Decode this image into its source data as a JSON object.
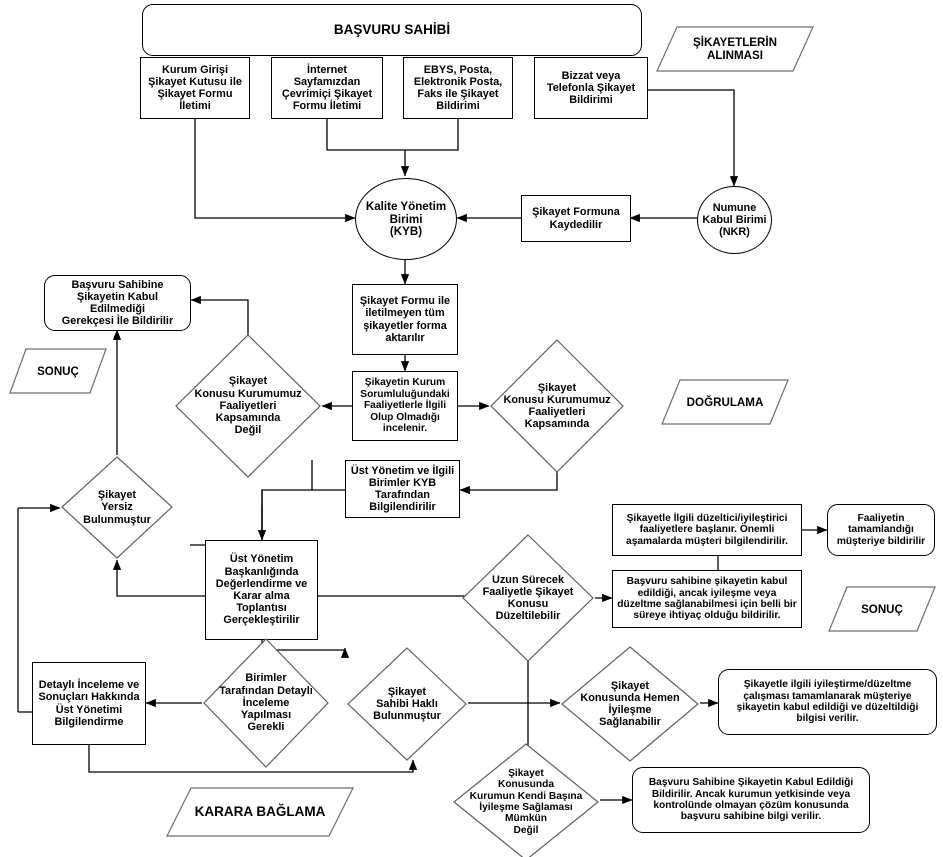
{
  "title": "Şikayet Yönetimi Süreç Akış Şeması",
  "colors": {
    "line": "#000000",
    "fill": "#ffffff",
    "text": "#000000"
  },
  "phases": [
    {
      "id": "phase-sikayetlerin-alinmasi",
      "label": "ŞİKAYETLERİN\nALINMASI"
    },
    {
      "id": "phase-sonuc-top",
      "label": "SONUÇ"
    },
    {
      "id": "phase-dogrulama",
      "label": "DOĞRULAMA"
    },
    {
      "id": "phase-sonuc-right",
      "label": "SONUÇ"
    },
    {
      "id": "phase-karara-baglama",
      "label": "KARARA BAĞLAMA"
    }
  ],
  "nodes": {
    "basvuru_sahibi": "BAŞVURU SAHİBİ",
    "kurum_girisi": "Kurum Girişi\nŞikayet Kutusu ile\nŞikayet Formu\nİletimi",
    "internet": "İnternet\nSayfamızdan\nÇevrimiçi Şikayet\nFormu İletimi",
    "ebys": "EBYS, Posta,\nElektronik Posta,\nFaks ile Şikayet\nBildirimi",
    "bizzat": "Bizzat veya\nTelefonla Şikayet\nBildirimi",
    "kyb": "Kalite Yönetim\nBirimi\n(KYB)",
    "sikayet_formuna_kaydedilir": "Şikayet Formuna\nKaydedilir",
    "nkr": "Numune\nKabul Birimi\n(NKR)",
    "basvuru_sahibine_kabul_edilmedigi": "Başvuru Sahibine\nŞikayetin Kabul Edilmediği\nGerekçesi İle Bildirilir",
    "sikayet_formu_ile_iletilmeyen": "Şikayet Formu ile\niletilmeyen tüm\nşikayetler forma\naktarılır",
    "sikayetin_kurum_sorumlulugundaki": "Şikayetin Kurum\nSorumluluğundaki\nFaaliyetlerle İlgili\nOlup Olmadığı\nincelenir.",
    "kapsaminda_degil": "Şikayet\nKonusu Kurumumuz\nFaaliyetleri\nKapsamında\nDeğil",
    "kapsaminda": "Şikayet\nKonusu Kurumumuz\nFaaliyetleri\nKapsamında",
    "ust_yonetim_bilgilendirilir": "Üst Yönetim ve İlgili\nBirimler KYB\nTarafından\nBilgilendirilir",
    "sikayet_yersiz": "Şikayet\nYersiz\nBulunmuştur",
    "ust_yonetim_toplanti": "Üst Yönetim\nBaşkanlığında\nDeğerlendirme ve\nKarar alma\nToplantısı\nGerçekleştirilir",
    "duzeltici_faaliyetler": "Şikayetle İlgili düzeltici/iyileştirici\nfaaliyetlere başlanır. Önemli\naşamalarda müşteri bilgilendirilir.",
    "faaliyetin_tamamlandigi": "Faaliyetin\ntamamlandığı\nmüşteriye bildirilir",
    "uzun_surecek": "Uzun Sürecek\nFaaliyetle Şikayet\nKonusu\nDüzeltilebilir",
    "basvuru_sahibine_sure": "Başvuru sahibine şikayetin kabul\nedildiği, ancak iyileşme veya\ndüzeltme sağlanabilmesi için belli bir\nsüreye ihtiyaç olduğu bildirilir.",
    "detayli_inceleme_bilgilendirme": "Detaylı İnceleme ve\nSonuçları Hakkında\nÜst Yönetimi\nBilgilendirme",
    "birimler_detayli_inceleme": "Birimler\nTarafından Detaylı\nİnceleme\nYapılması\nGerekli",
    "sikayet_sahibi_hakli": "Şikayet\nSahibi Haklı\nBulunmuştur",
    "hemen_iyilesme": "Şikayet\nKonusunda Hemen\nİyileşme\nSağlanabilir",
    "iyilestirme_tamamlanarak": "Şikayetle ilgili iyileştirme/düzeltme\nçalışması tamamlanarak müşteriye\nşikayetin kabul edildiği ve düzeltildiği\nbilgisi verilir.",
    "kurumun_kendi_basina_degil": "Şikayet\nKonusunda\nKurumun Kendi Başına\nİyileşme Sağlaması\nMümkün\nDeğil",
    "basvuru_sahibine_yetki_disi": "Başvuru Sahibine Şikayetin Kabul Edildiği\nBildirilir. Ancak kurumun yetkisinde veya\nkontrolünde olmayan çözüm konusunda\nbaşvuru sahibine bilgi verilir."
  }
}
